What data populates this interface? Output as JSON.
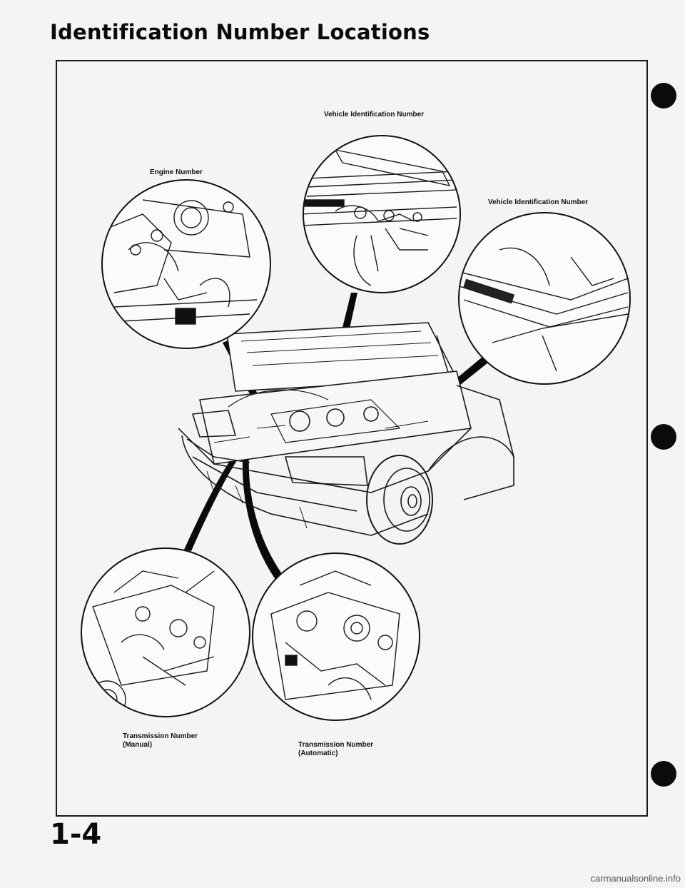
{
  "page": {
    "title": "Identification Number Locations",
    "page_number": "1-4",
    "footer": "carmanualsonline.info"
  },
  "labels": {
    "vin_top": "Vehicle Identification Number",
    "engine": "Engine Number",
    "vin_right": "Vehicle Identification Number",
    "trans_manual_line1": "Transmission Number",
    "trans_manual_line2": "(Manual)",
    "trans_auto_line1": "Transmission Number",
    "trans_auto_line2": "(Automatic)"
  },
  "colors": {
    "ink": "#111111",
    "paper": "#f4f4f2"
  }
}
